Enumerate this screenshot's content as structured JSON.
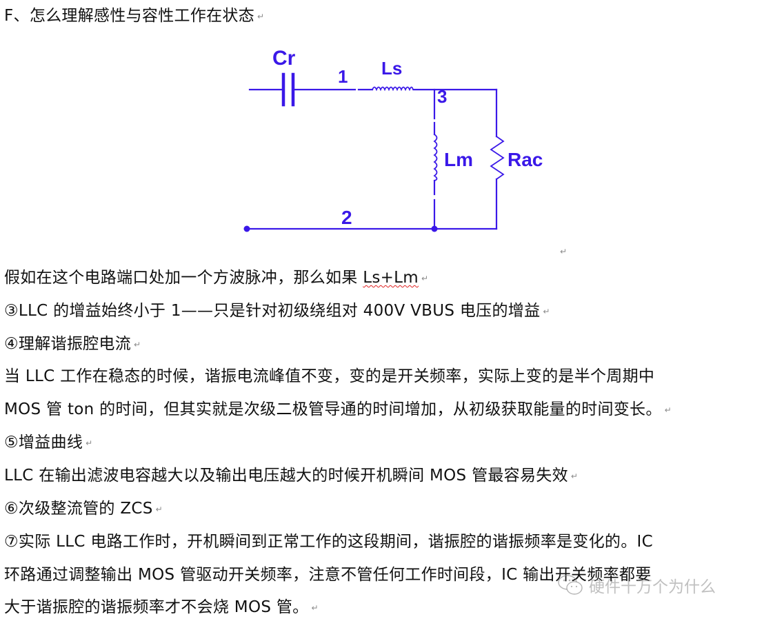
{
  "document": {
    "heading": "F、怎么理解感性与容性工作在状态",
    "paragraph_mark": "↵",
    "diagram": {
      "type": "LLC resonant tank equivalent circuit",
      "stroke_color": "#3a18e8",
      "labels": {
        "cr": "Cr",
        "ls": "Ls",
        "lm": "Lm",
        "rac": "Rac",
        "node1": "1",
        "node2": "2",
        "node3": "3"
      }
    },
    "paragraphs": [
      {
        "id": "p1",
        "text": "假如在这个电路端口处加一个方波脉冲，那么如果 ",
        "suffix": "Ls+Lm"
      },
      {
        "id": "p2",
        "text": "③LLC 的增益始终小于 1——只是针对初级绕组对 400V VBUS 电压的增益"
      },
      {
        "id": "p3",
        "text": "④理解谐振腔电流"
      },
      {
        "id": "p4a",
        "text": "当 LLC 工作在稳态的时候，谐振电流峰值不变，变的是开关频率，实际上变的是半个周期中"
      },
      {
        "id": "p4b",
        "text": "MOS 管 ton 的时间，但其实就是次级二极管导通的时间增加，从初级获取能量的时间变长。"
      },
      {
        "id": "p5",
        "text": "⑤增益曲线"
      },
      {
        "id": "p6",
        "text": "LLC 在输出滤波电容越大以及输出电压越大的时候开机瞬间 MOS 管最容易失效"
      },
      {
        "id": "p7",
        "text": "⑥次级整流管的 ZCS"
      },
      {
        "id": "p8a",
        "text": "⑦实际 LLC 电路工作时，开机瞬间到正常工作的这段期间，谐振腔的谐振频率是变化的。IC"
      },
      {
        "id": "p8b",
        "text": "环路通过调整输出 MOS 管驱动开关频率，注意不管任何工作时间段，IC 输出开关频率都要"
      },
      {
        "id": "p8c",
        "text": "大于谐振腔的谐振频率才不会烧 MOS 管。"
      }
    ],
    "watermark": {
      "icon": "wechat-icon",
      "text": "硬件十万个为什么"
    }
  }
}
